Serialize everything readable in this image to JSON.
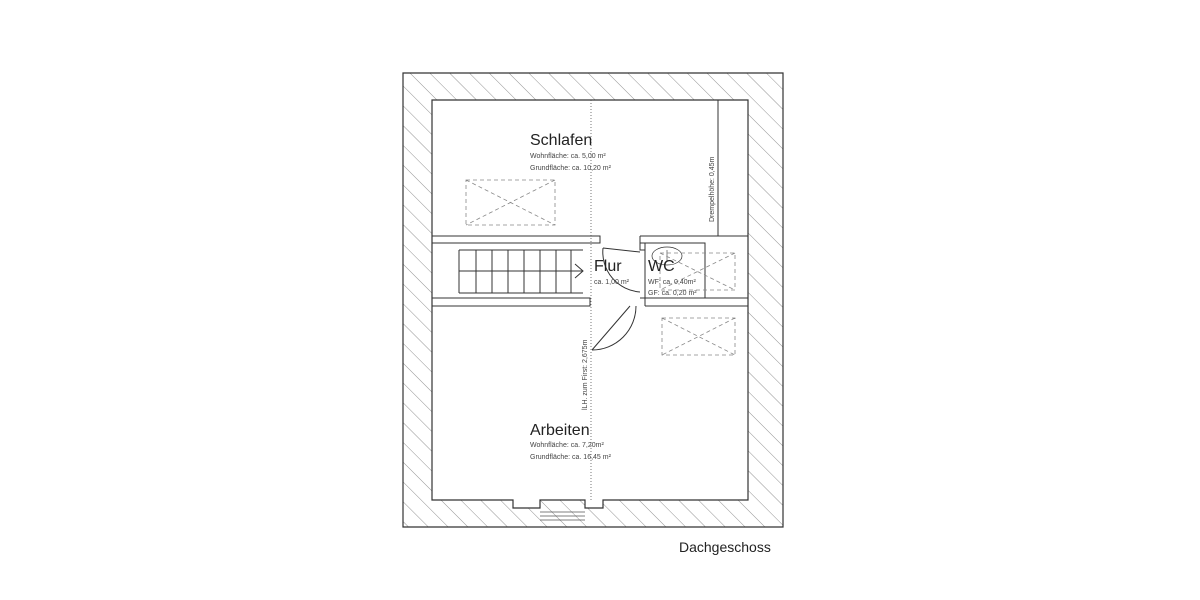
{
  "plan": {
    "caption": "Dachgeschoss",
    "rooms": {
      "schlafen": {
        "name": "Schlafen",
        "line1": "Wohnfläche:  ca.   5,00 m²",
        "line2": "Grundfläche: ca. 10,20 m²"
      },
      "flur": {
        "name": "Flur",
        "line1": "ca. 1,00 m²"
      },
      "wc": {
        "name": "WC",
        "line1": "WF: ca. 0,40m²",
        "line2": "GF: ca. 0,20 m²"
      },
      "arbeiten": {
        "name": "Arbeiten",
        "line1": "Wohnfläche:  ca.    7,20m²",
        "line2": "Grundfläche: ca. 16,45 m²"
      }
    },
    "annotations": {
      "drempel": "Drempelhöhe: 0,45m",
      "ridge": "lLH. zum First: 2,675m"
    },
    "colors": {
      "line": "#333333",
      "hatch": "#666666",
      "dashed": "#888888"
    }
  }
}
